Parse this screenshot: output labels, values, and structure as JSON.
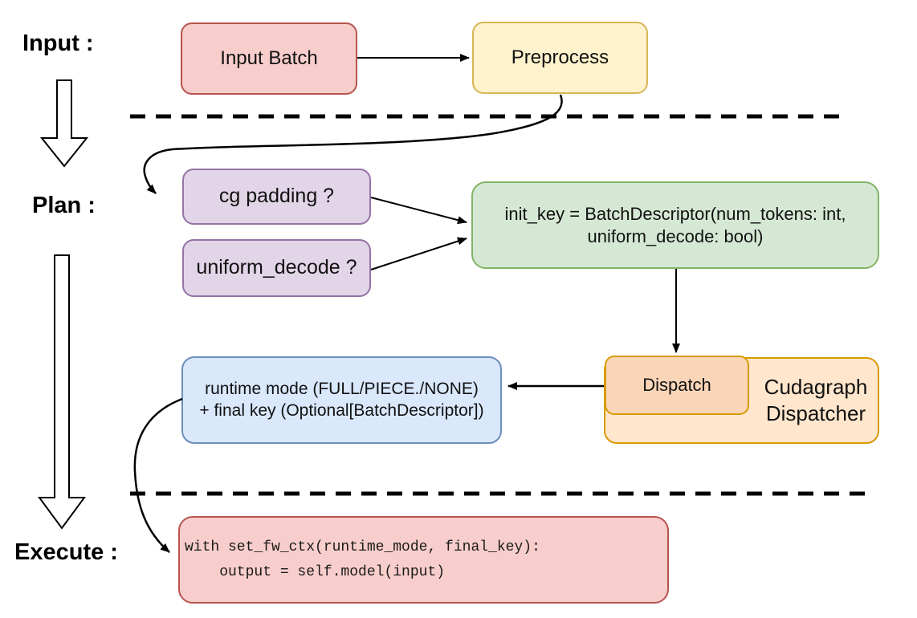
{
  "colors": {
    "red_fill": "#F8CECC",
    "red_border": "#B85450",
    "yellow_fill": "#FFF2CC",
    "yellow_border": "#D6B656",
    "purple_fill": "#E1D5E7",
    "purple_border": "#9673A6",
    "green_fill": "#D5E8D4",
    "green_border": "#82B366",
    "orange_fill": "#FFE6CC",
    "orange_inner_fill": "#FAD5B8",
    "orange_border": "#D79B00",
    "blue_fill": "#DAE8FC",
    "blue_border": "#6C8EBF",
    "connector": "#000000"
  },
  "stages": {
    "input_label": "Input :",
    "plan_label": "Plan :",
    "execute_label": "Execute :"
  },
  "nodes": {
    "input_batch": "Input Batch",
    "preprocess": "Preprocess",
    "cg_padding": "cg padding ?",
    "uniform_decode": "uniform_decode ?",
    "init_key_line1": "init_key = BatchDescriptor(num_tokens: int,",
    "init_key_line2": "uniform_decode: bool)",
    "runtime_line1": "runtime mode (FULL/PIECE./NONE)",
    "runtime_line2": "+ final key (Optional[BatchDescriptor])",
    "dispatch": "Dispatch",
    "cudagraph_line1": "Cudagraph",
    "cudagraph_line2": "Dispatcher",
    "code_line1": "with set_fw_ctx(runtime_mode, final_key):",
    "code_line2": "    output = self.model(input)"
  }
}
